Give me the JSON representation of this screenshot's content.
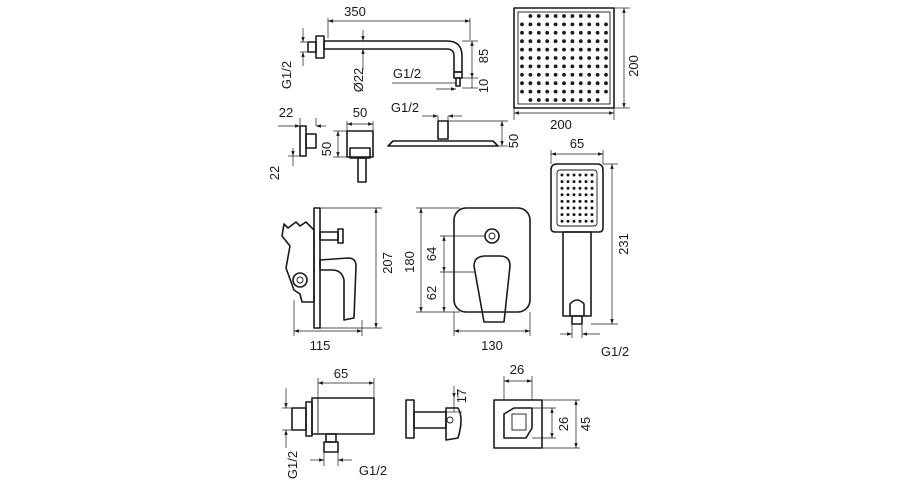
{
  "shower_arm": {
    "length": "350",
    "height": "85",
    "offset": "10",
    "diameter": "Ø22",
    "thread_wall": "G1/2",
    "thread_outlet": "G1/2"
  },
  "head_plan": {
    "width": "200",
    "height": "200"
  },
  "flange": {
    "height": "22",
    "depth": "22"
  },
  "sleeve": {
    "width": "50",
    "height": "50"
  },
  "head_side": {
    "thread": "G1/2",
    "height": "50"
  },
  "hand_shower": {
    "width": "65",
    "length": "231",
    "thread": "G1/2"
  },
  "mixer_side": {
    "depth": "115",
    "height": "207"
  },
  "mixer_front": {
    "width": "130",
    "height": "180",
    "upper": "64",
    "lower": "62"
  },
  "wall_outlet": {
    "width": "65",
    "thread_wall": "G1/2",
    "thread_outlet": "G1/2"
  },
  "holder": {
    "height": "17"
  },
  "outlet_front": {
    "width": "26",
    "inner": "26",
    "height": "45"
  }
}
